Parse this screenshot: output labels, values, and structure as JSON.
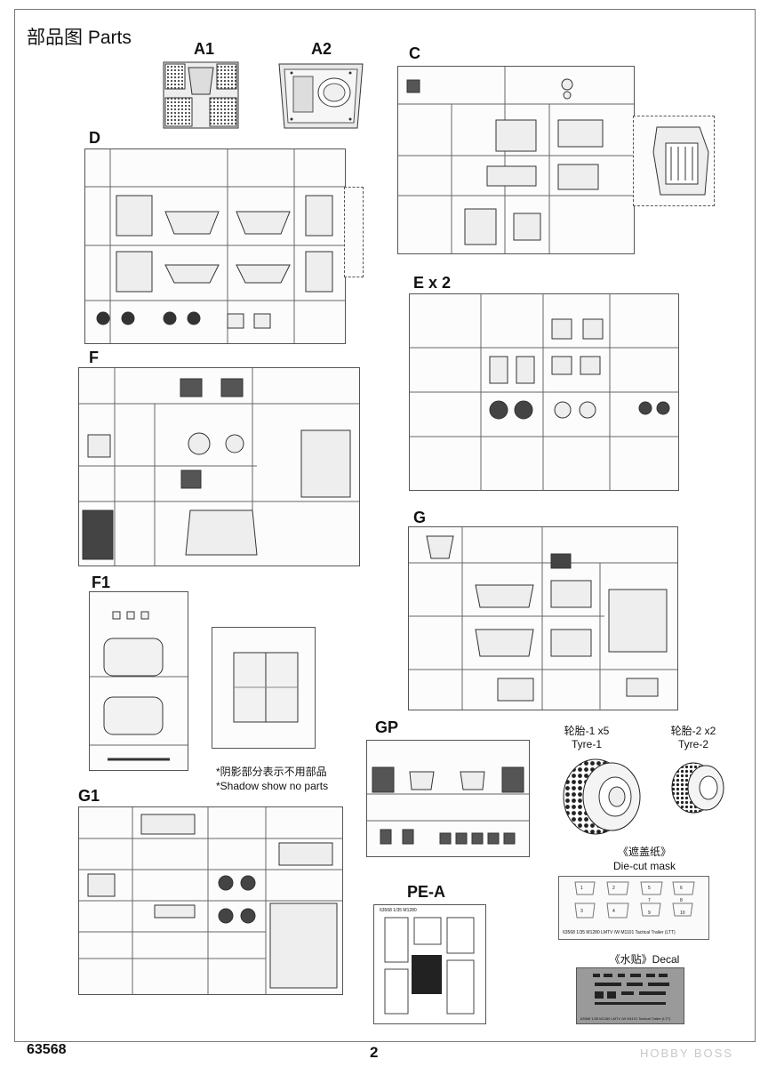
{
  "page_title": "部品图 Parts",
  "sprues": [
    {
      "id": "a1",
      "label": "A1"
    },
    {
      "id": "a2",
      "label": "A2"
    },
    {
      "id": "c",
      "label": "C"
    },
    {
      "id": "d",
      "label": "D"
    },
    {
      "id": "e",
      "label": "E x 2"
    },
    {
      "id": "f",
      "label": "F"
    },
    {
      "id": "g",
      "label": "G"
    },
    {
      "id": "f1",
      "label": "F1"
    },
    {
      "id": "gp",
      "label": "GP"
    },
    {
      "id": "g1",
      "label": "G1"
    },
    {
      "id": "pea",
      "label": "PE-A"
    }
  ],
  "note": {
    "cn": "*阴影部分表示不用部品",
    "en": "*Shadow show no parts"
  },
  "tyres": [
    {
      "cn": "轮胎-1 x5",
      "en": "Tyre-1"
    },
    {
      "cn": "轮胎-2 x2",
      "en": "Tyre-2"
    }
  ],
  "mask": {
    "cn": "《遮盖纸》",
    "en": "Die-cut mask",
    "caption": "63568 1/35 M1280 LMTV /W M1101 Tactical Trailer (LTT)",
    "numbers": [
      "1",
      "2",
      "3",
      "4",
      "5",
      "6",
      "7",
      "8",
      "9",
      "10"
    ]
  },
  "decal": {
    "label": "《水贴》Decal",
    "caption": "63568 1/35 M1280 LMTV /W M1101 Tactical Trailer (LTT)"
  },
  "pe_caption": "63568 1/35 M1280",
  "footer": {
    "code": "63568",
    "page": "2",
    "watermark": "HOBBY BOSS"
  }
}
